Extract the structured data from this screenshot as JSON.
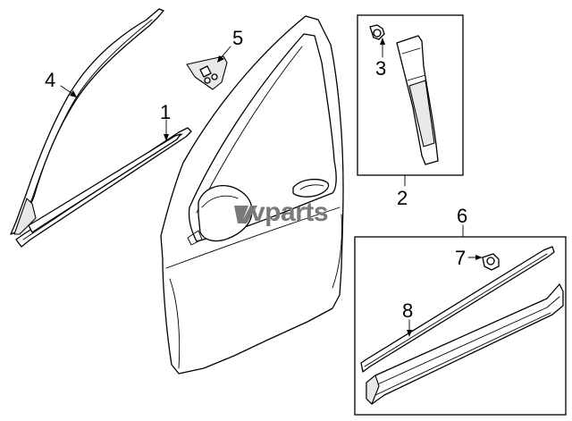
{
  "callouts": {
    "c1": "1",
    "c2": "2",
    "c3": "3",
    "c4": "4",
    "c5": "5",
    "c6": "6",
    "c7": "7",
    "c8": "8"
  },
  "watermark": {
    "text": "vparts",
    "mark": "V"
  }
}
